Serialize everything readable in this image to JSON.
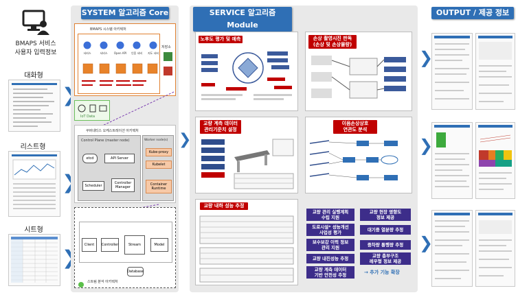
{
  "input": {
    "title1": "BMAPS 서비스",
    "title2": "사용자 입력정보",
    "types": [
      "대화형",
      "리스트형",
      "시트형"
    ]
  },
  "system": {
    "banner": "SYSTEM 알고리즘 Core",
    "bmaps_label": "BMAPS 시스템 아키텍처",
    "services": [
      "서비스",
      "서비스",
      "Open API",
      "인증 서버",
      "지도 서버"
    ],
    "storage": "저장소",
    "iot_label": "IoT Data",
    "k8s_label": "쿠버네티스 오케스트레이션 아키텍처",
    "control_plane": "Control Plane (master node)",
    "worker": "Worker node(s)",
    "etcd": "etcd",
    "api_server": "API Server",
    "scheduler": "Scheduler",
    "controller": "Controller Manager",
    "kube_proxy": "Kube-proxy",
    "kubelet": "Kubelet",
    "runtime": "Container Runtime",
    "stream_label": "스트림 분석 아키텍처",
    "stream_nodes": [
      "Client",
      "Controller",
      "Stream",
      "Model"
    ],
    "database": "Database"
  },
  "service": {
    "banner": "SERVICE 알고리즘 Module",
    "m1": "노후도 평가 및 예측",
    "m2": "손상 촬영시진 판독\n(손상 및 손상물량)",
    "m3": "교량 계측 데이터\n관리기준치 설정",
    "m4": "이음손상상호\n연관도 분석",
    "m5": "교량 내하 성능 추정",
    "purple": [
      "교량 관리 실행계획\n수립 지원",
      "교량 현장 영향도\n정보 제공",
      "도로시설* 성능개선\n사업성 평가",
      "대기중 열분량 추정",
      "보수보강 이력 정보\n관리 지원",
      "중차량 통행량 추정",
      "교량 내진성능 추정",
      "교량 총부구조\n레우형 정보 제공",
      "교량 계측 데이터\n기반 안전성 추정"
    ],
    "more": "→ 추가 기능 확장"
  },
  "output": {
    "banner": "OUTPUT / 제공 정보"
  },
  "colors": {
    "banner": "#2f6fb5",
    "red": "#c00000",
    "purple": "#3d2d8a",
    "panel": "#e9e9e9"
  }
}
